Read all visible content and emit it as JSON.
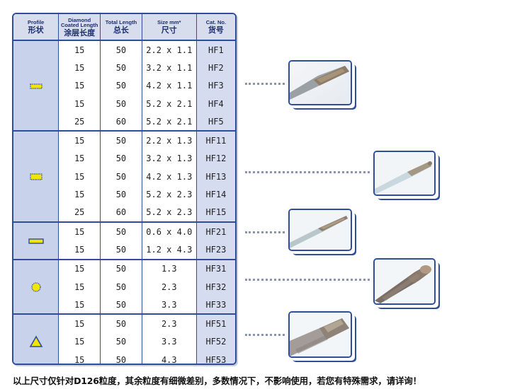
{
  "table": {
    "headers": [
      {
        "en": "Profile",
        "cn": "形状"
      },
      {
        "en": "Diamond Coated Length",
        "cn": "涂层长度"
      },
      {
        "en": "Total Length",
        "cn": "总长"
      },
      {
        "en": "Size mm*",
        "cn": "尺寸"
      },
      {
        "en": "Cat. No.",
        "cn": "货号"
      }
    ],
    "groups": [
      {
        "profile_icon": "flat-rectangle-icon",
        "rows": [
          {
            "coated": "15",
            "total": "50",
            "size": "2.2 x 1.1",
            "cat": "HF1"
          },
          {
            "coated": "15",
            "total": "50",
            "size": "3.2 x 1.1",
            "cat": "HF2"
          },
          {
            "coated": "15",
            "total": "50",
            "size": "4.2 x 1.1",
            "cat": "HF3"
          },
          {
            "coated": "15",
            "total": "50",
            "size": "5.2 x 2.1",
            "cat": "HF4"
          },
          {
            "coated": "25",
            "total": "60",
            "size": "5.2 x 2.1",
            "cat": "HF5"
          }
        ]
      },
      {
        "profile_icon": "thick-rectangle-icon",
        "rows": [
          {
            "coated": "15",
            "total": "50",
            "size": "2.2 x 1.3",
            "cat": "HF11"
          },
          {
            "coated": "15",
            "total": "50",
            "size": "3.2 x 1.3",
            "cat": "HF12"
          },
          {
            "coated": "15",
            "total": "50",
            "size": "4.2 x 1.3",
            "cat": "HF13"
          },
          {
            "coated": "15",
            "total": "50",
            "size": "5.2 x 2.3",
            "cat": "HF14"
          },
          {
            "coated": "25",
            "total": "60",
            "size": "5.2 x 2.3",
            "cat": "HF15"
          }
        ]
      },
      {
        "profile_icon": "wide-rectangle-icon",
        "rows": [
          {
            "coated": "15",
            "total": "50",
            "size": "0.6 x 4.0",
            "cat": "HF21"
          },
          {
            "coated": "15",
            "total": "50",
            "size": "1.2 x 4.3",
            "cat": "HF23"
          }
        ]
      },
      {
        "profile_icon": "round-icon",
        "rows": [
          {
            "coated": "15",
            "total": "50",
            "size": "1.3",
            "cat": "HF31"
          },
          {
            "coated": "15",
            "total": "50",
            "size": "2.3",
            "cat": "HF32"
          },
          {
            "coated": "15",
            "total": "50",
            "size": "3.3",
            "cat": "HF33"
          }
        ]
      },
      {
        "profile_icon": "triangle-icon",
        "rows": [
          {
            "coated": "15",
            "total": "50",
            "size": "2.3",
            "cat": "HF51"
          },
          {
            "coated": "15",
            "total": "50",
            "size": "3.3",
            "cat": "HF52"
          },
          {
            "coated": "15",
            "total": "50",
            "size": "4.3",
            "cat": "HF53"
          }
        ]
      }
    ]
  },
  "photos": [
    {
      "icon": "flat-file-photo"
    },
    {
      "icon": "thick-file-photo"
    },
    {
      "icon": "knife-file-photo"
    },
    {
      "icon": "round-file-photo"
    },
    {
      "icon": "triangle-file-photo"
    }
  ],
  "footnote": "以上尺寸仅针对D126粒度，其余粒度有细微差别，多数情况下，不影响使用，若您有特殊需求，请详询！",
  "colors": {
    "border": "#2f4d9a",
    "header_bg": "#d7dded",
    "profile_bg": "#c8d2ea",
    "icon_yellow": "#f2e600"
  }
}
